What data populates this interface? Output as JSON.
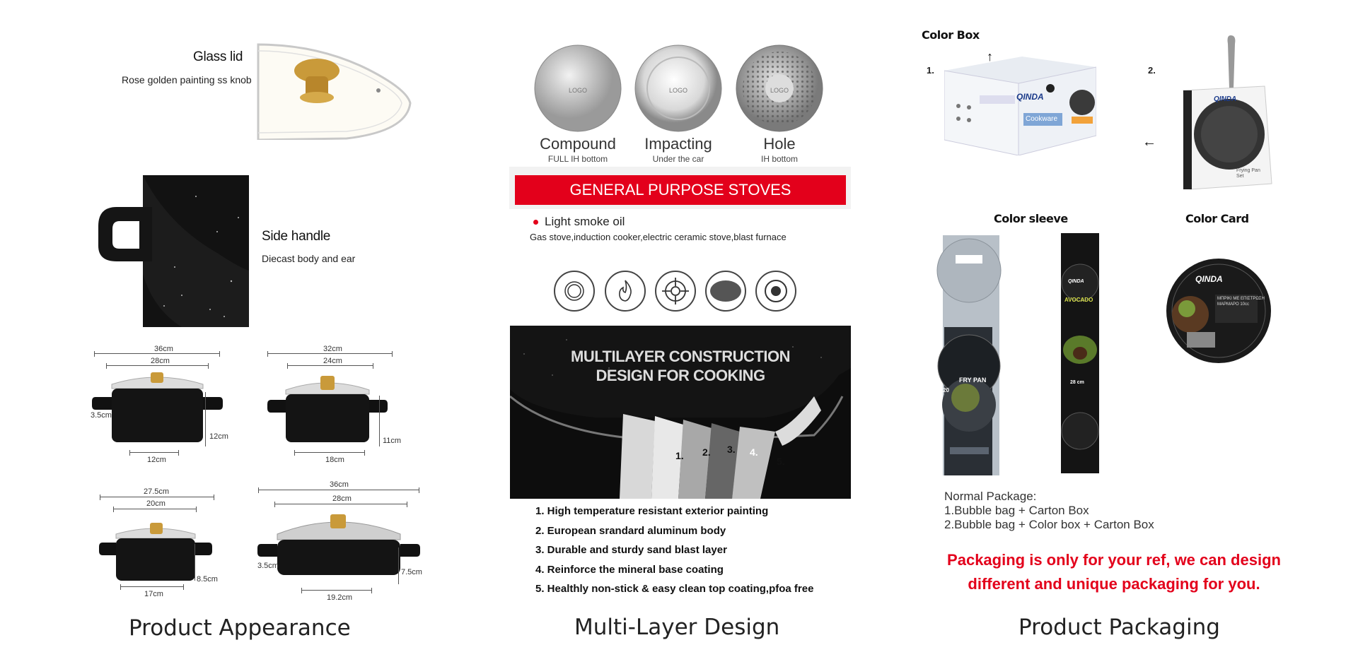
{
  "column1": {
    "title": "Product Appearance",
    "glass_lid": {
      "title": "Glass lid",
      "sub": "Rose golden painting ss knob"
    },
    "side_handle": {
      "title": "Side handle",
      "sub": "Diecast body and ear"
    },
    "pots": [
      {
        "outer": "36cm",
        "inner": "28cm",
        "height": "12cm",
        "handle": "3.5cm",
        "base": "12cm"
      },
      {
        "outer": "32cm",
        "inner": "24cm",
        "height": "11cm",
        "base": "18cm"
      },
      {
        "outer": "27.5cm",
        "inner": "20cm",
        "height": "8.5cm",
        "base": "17cm"
      },
      {
        "outer": "36cm",
        "inner": "28cm",
        "height": "7.5cm",
        "handle": "3.5cm",
        "base": "19.2cm"
      }
    ]
  },
  "column2": {
    "title": "Multi-Layer Design",
    "discs": [
      {
        "label": "Compound",
        "sub": "FULL IH bottom",
        "logo": "LOGO"
      },
      {
        "label": "Impacting",
        "sub": "Under the car",
        "logo": "LOGO"
      },
      {
        "label": "Hole",
        "sub": "IH bottom",
        "logo": "LOGO"
      }
    ],
    "banner": "GENERAL PURPOSE STOVES",
    "smoke": "Light smoke oil",
    "stoves": "Gas stove,induction cooker,electric ceramic stove,blast furnace",
    "stove_icons": [
      "induction-coil-icon",
      "flame-icon",
      "gas-burner-icon",
      "ceramic-plate-icon",
      "hob-icon"
    ],
    "pan_heading_line1": "MULTILAYER CONSTRUCTION",
    "pan_heading_line2": "DESIGN FOR COOKING",
    "layer_numbers": [
      "1.",
      "2.",
      "3.",
      "4.",
      "5."
    ],
    "layers": [
      "1. High temperature resistant exterior painting",
      "2. European srandard aluminum body",
      "3. Durable and sturdy sand blast layer",
      "4. Reinforce the mineral base coating",
      "5. Healthly non-stick & easy clean top coating,pfoa free"
    ]
  },
  "column3": {
    "title": "Product Packaging",
    "color_box": "Color Box",
    "num1": "1.",
    "num2": "2.",
    "color_sleeve": "Color sleeve",
    "color_card": "Color Card",
    "brand": "QINDA",
    "box_text": "Cookware",
    "sleeve1_label": "FRY PAN",
    "sleeve1_size": "20",
    "sleeve2_label": "AVOCADO",
    "sleeve2_size": "28 cm",
    "card_text1": "ΜΠΡΙΚΙ ΜΕ ΕΠΙΣΤΡΩΣΗ",
    "card_text2": "ΜΑΡΜΑΡΟ 10cc",
    "pan_box_text1": "Frying Pan",
    "pan_box_text2": "Set",
    "normal_title": "Normal Package:",
    "normal_1": "1.Bubble bag + Carton Box",
    "normal_2": "2.Bubble bag + Color box + Carton Box",
    "note_line1": "Packaging is only for your ref, we can design",
    "note_line2": "different and unique packaging for you.",
    "colors": {
      "red": "#e3001b"
    }
  }
}
